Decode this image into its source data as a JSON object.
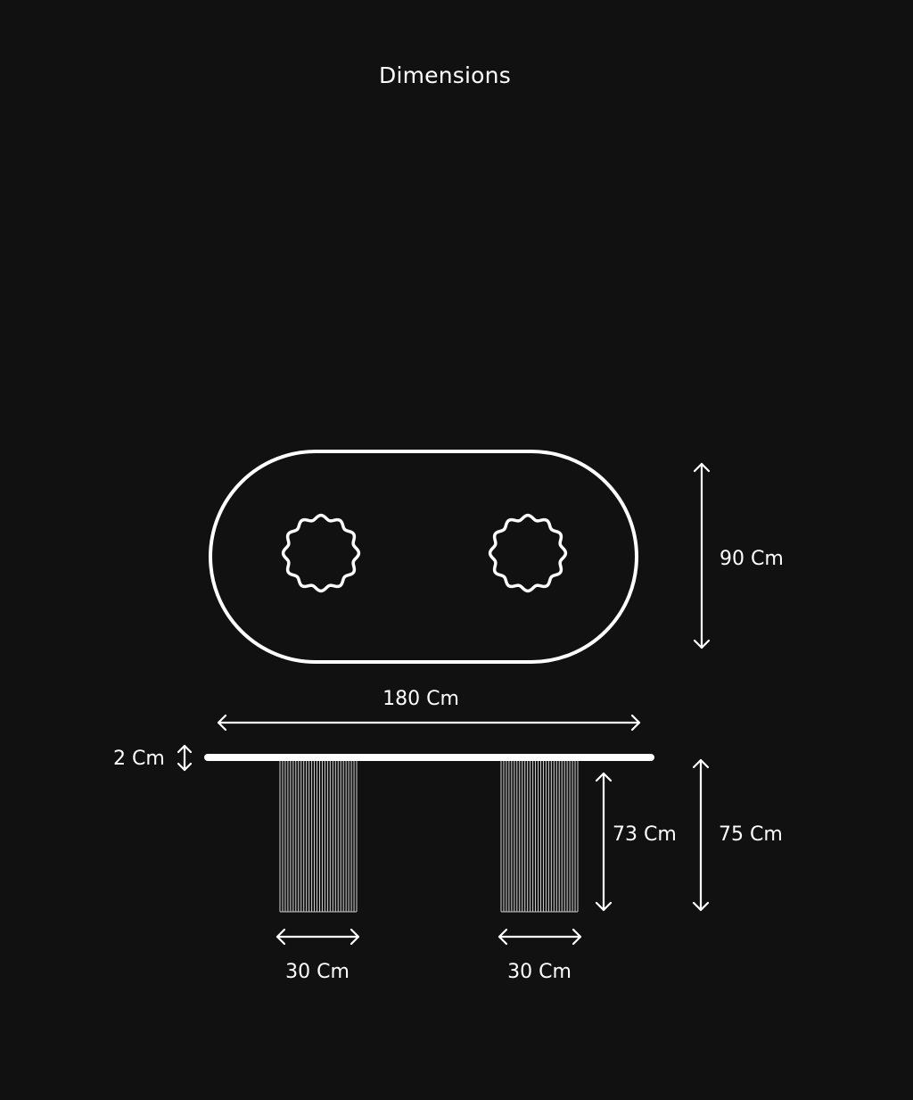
{
  "page": {
    "title": "Dimensions",
    "background_color": "#111111",
    "line_color": "#ffffff"
  },
  "dimensions": {
    "depth": "90 Cm",
    "length": "180 Cm",
    "top_thickness": "2 Cm",
    "leg_height": "73 Cm",
    "total_height": "75 Cm",
    "left_leg_diameter": "30 Cm",
    "right_leg_diameter": "30 Cm"
  }
}
